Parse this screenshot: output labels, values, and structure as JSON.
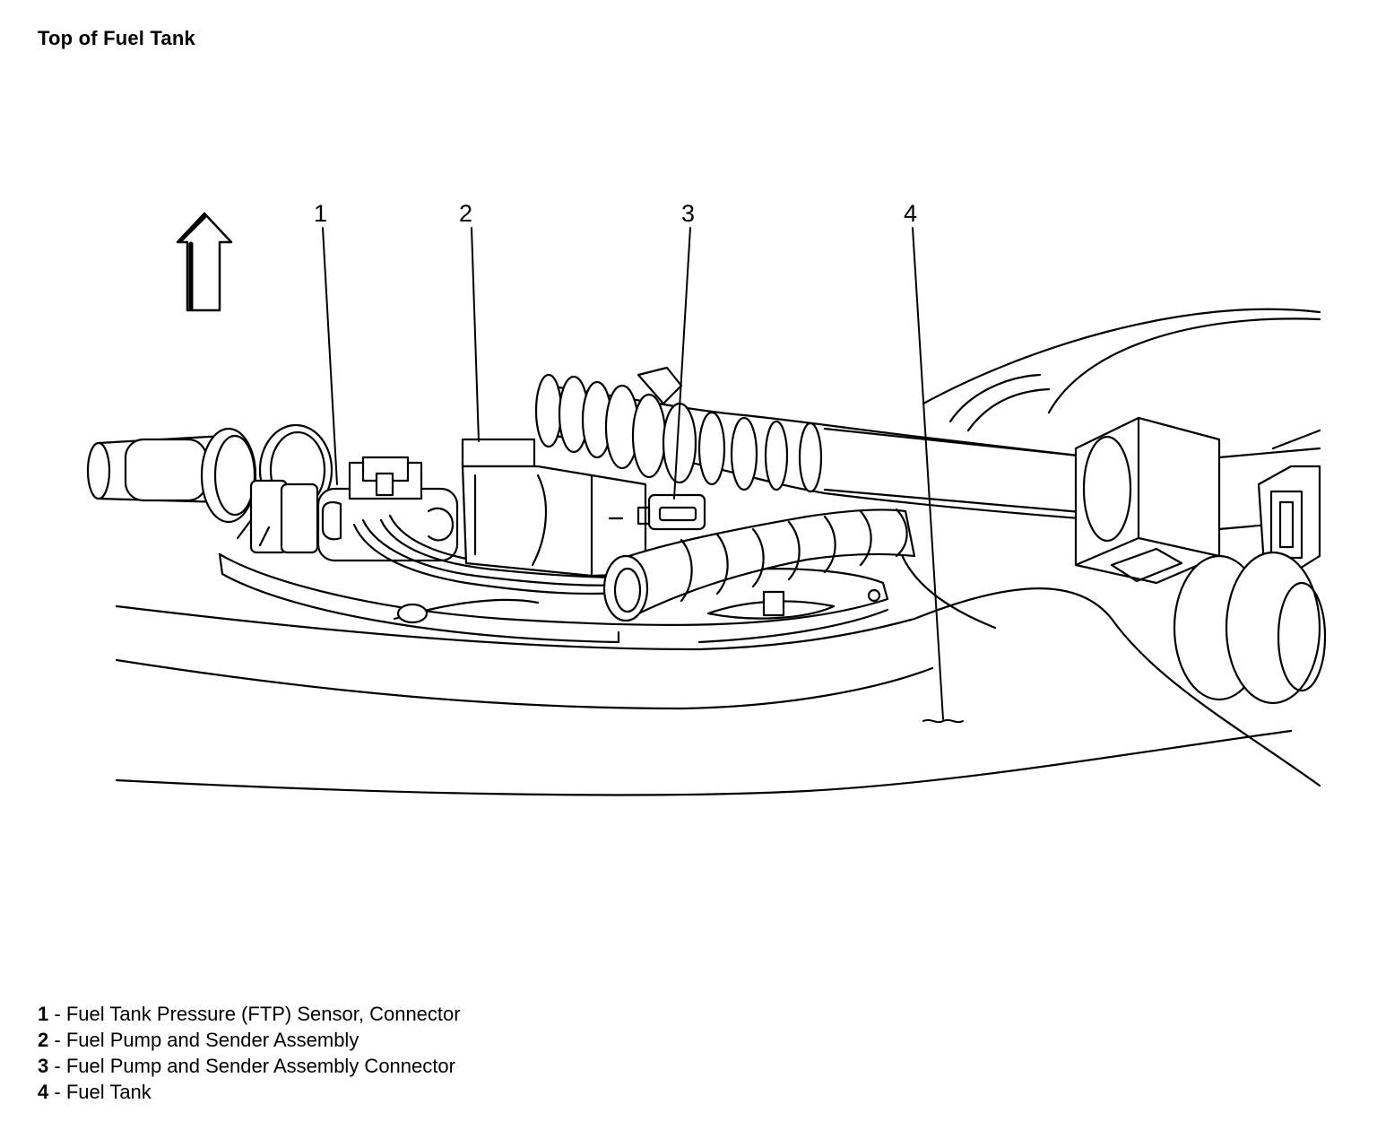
{
  "title": "Top of Fuel Tank",
  "callouts": [
    {
      "number": "1"
    },
    {
      "number": "2"
    },
    {
      "number": "3"
    },
    {
      "number": "4"
    }
  ],
  "legend": [
    {
      "number": "1",
      "separator": " - ",
      "text": "Fuel Tank Pressure (FTP) Sensor, Connector"
    },
    {
      "number": "2",
      "separator": " - ",
      "text": "Fuel Pump and Sender Assembly"
    },
    {
      "number": "3",
      "separator": " - ",
      "text": "Fuel Pump and Sender Assembly Connector"
    },
    {
      "number": "4",
      "separator": " - ",
      "text": "Fuel Tank"
    }
  ]
}
